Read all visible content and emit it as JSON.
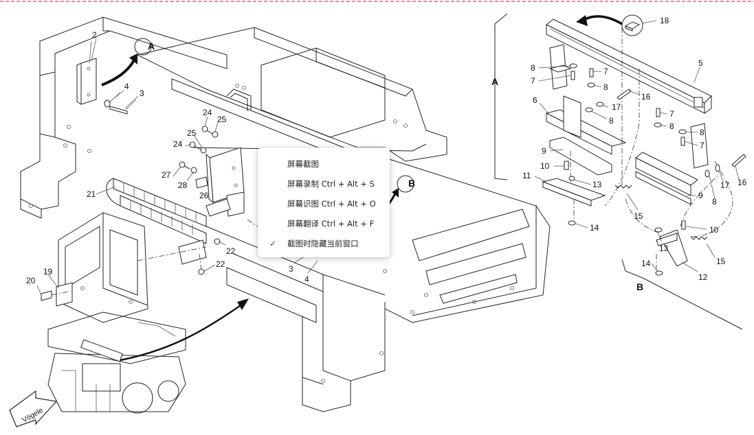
{
  "diagram": {
    "section_labels": [
      "A",
      "B"
    ],
    "callouts": [
      "2",
      "3",
      "4",
      "24",
      "25",
      "24",
      "25",
      "27",
      "28",
      "26",
      "21",
      "22",
      "22",
      "3",
      "4",
      "19",
      "20",
      "18",
      "5",
      "8",
      "7",
      "7",
      "8",
      "16",
      "6",
      "17",
      "8",
      "7",
      "8",
      "8",
      "7",
      "9",
      "10",
      "11",
      "13",
      "15",
      "14",
      "9",
      "16",
      "17",
      "8",
      "10",
      "13",
      "15",
      "14",
      "12"
    ],
    "brand_arrow_text": "Vögele"
  },
  "context_menu": {
    "items": [
      {
        "label": "屏幕截图",
        "checked": false
      },
      {
        "label": "屏幕录制 Ctrl + Alt + S",
        "checked": false
      },
      {
        "label": "屏幕识图 Ctrl + Alt + O",
        "checked": false
      },
      {
        "label": "屏幕翻译 Ctrl + Alt + F",
        "checked": false
      },
      {
        "label": "截图时隐藏当前窗口",
        "checked": true
      }
    ],
    "check_glyph": "✓"
  },
  "colors": {
    "selection_border": "#e06060",
    "line": "#222222"
  }
}
